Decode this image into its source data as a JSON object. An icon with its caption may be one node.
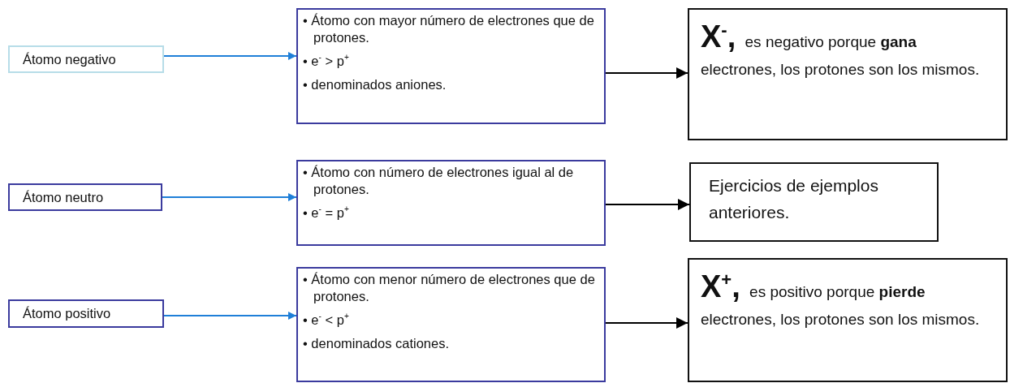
{
  "diagram": {
    "nodes": [
      {
        "text": [
          "Átomo negativo"
        ]
      },
      {
        "text": [
          "• Átomo con mayor número de electrones que de protones.",
          "• e$^{-}$ > p$^{+}$",
          "• denominados aniones."
        ]
      },
      {
        "text": [
          "X$^{-}$,",
          "es negativo porque **gana** electrones, los protones son los mismos."
        ]
      },
      {
        "text": [
          "Átomo neutro"
        ]
      },
      {
        "text": [
          "• Átomo con número de electrones igual al de protones.",
          "• e$^{-}$ = p$^{+}$"
        ]
      },
      {
        "text": [
          "Ejercicios de ejemplos anteriores."
        ]
      },
      {
        "text": [
          "Átomo positivo"
        ]
      },
      {
        "text": [
          "• Átomo con menor número de electrones que de protones.",
          "• e$^{-}$ < p$^{+}$",
          "• denominados cationes."
        ]
      },
      {
        "text": [
          "X$^{+}$,",
          "es positivo porque **pierde** electrones, los protones son los mismos."
        ]
      }
    ],
    "edges": [
      {
        "from": 0,
        "to": 1,
        "arrow": "to",
        "color": "#1f7fd8"
      },
      {
        "from": 1,
        "to": 2,
        "arrow": "to",
        "color": "#000000"
      },
      {
        "from": 3,
        "to": 4,
        "arrow": "to",
        "color": "#1f7fd8"
      },
      {
        "from": 4,
        "to": 5,
        "arrow": "to",
        "color": "#000000"
      },
      {
        "from": 6,
        "to": 7,
        "arrow": "to",
        "color": "#1f7fd8"
      },
      {
        "from": 7,
        "to": 8,
        "arrow": "to",
        "color": "#000000"
      }
    ]
  }
}
